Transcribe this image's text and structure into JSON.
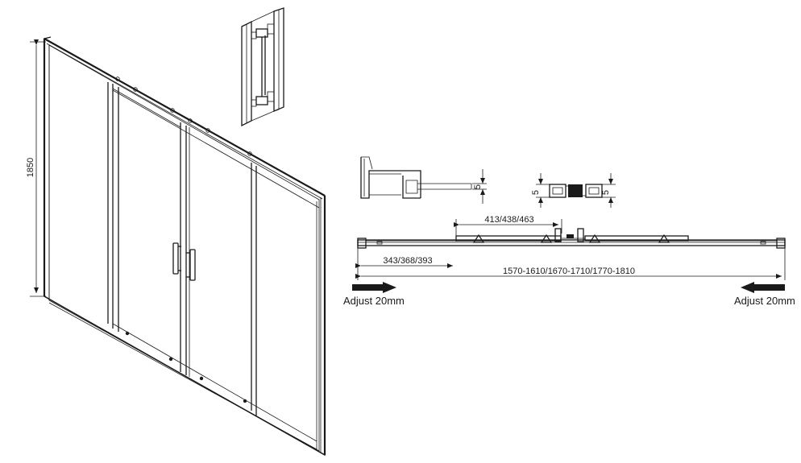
{
  "dimensions": {
    "height": "1850",
    "overall_width": "1570-1610/1670-1710/1770-1810",
    "fixed_panel_width": "343/368/393",
    "door_overlap": "413/438/463",
    "profile_gap_a": "5",
    "profile_gap_b": "5",
    "profile_gap_c": "5"
  },
  "annotations": {
    "adjust_left": "Adjust 20mm",
    "adjust_right": "Adjust 20mm"
  }
}
